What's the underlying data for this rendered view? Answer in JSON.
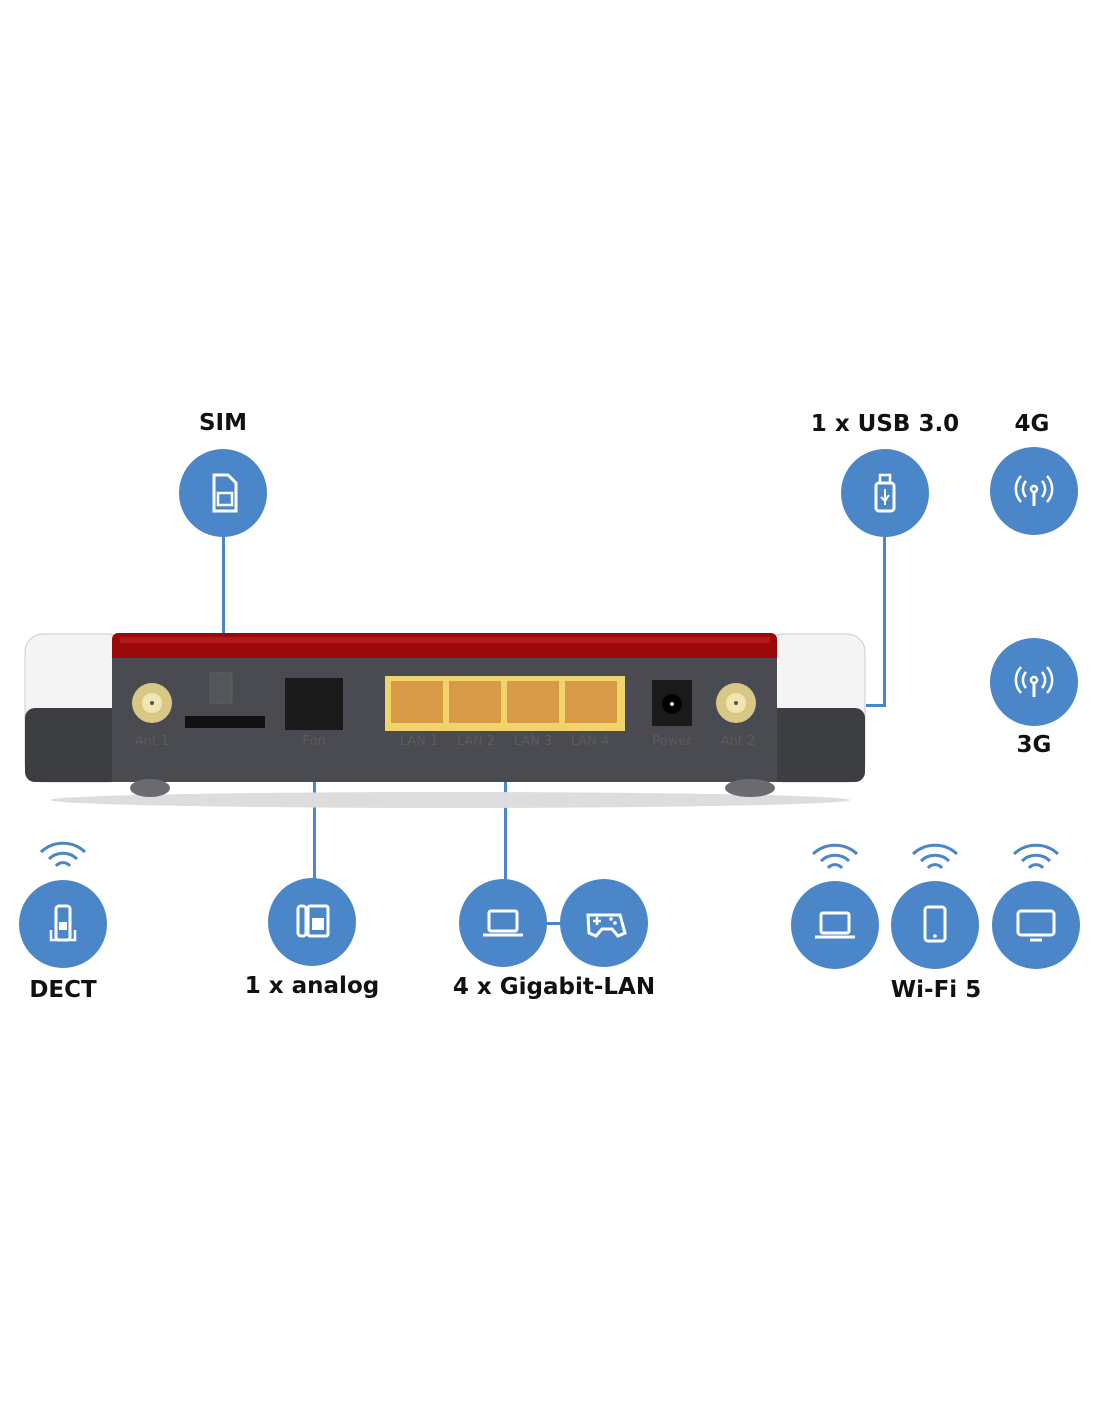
{
  "callouts": {
    "sim": "SIM",
    "usb": "1 x USB 3.0",
    "lte": "4G",
    "umts": "3G",
    "dect": "DECT",
    "analog": "1 x analog",
    "lan": "4 x Gigabit-LAN",
    "wifi": "Wi-Fi 5"
  },
  "ports": [
    "Ant 1",
    "Fon",
    "LAN 1",
    "LAN 2",
    "LAN 3",
    "LAN 4",
    "Power",
    "Ant 2"
  ],
  "colors": {
    "accent": "#4a86c8",
    "router_red": "#9a0a0a",
    "router_body": "#4a4b50",
    "lan_port": "#e8b04a"
  }
}
